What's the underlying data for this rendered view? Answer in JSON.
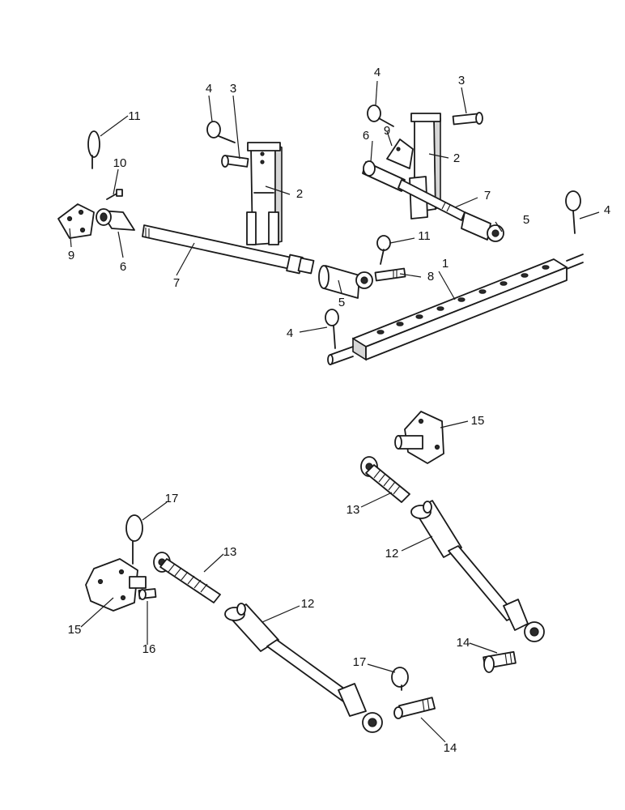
{
  "callouts": {
    "c1": "1",
    "c2a": "2",
    "c2b": "2",
    "c3a": "3",
    "c3b": "3",
    "c4a": "4",
    "c4b": "4",
    "c4c": "4",
    "c4d": "4",
    "c5a": "5",
    "c5b": "5",
    "c6a": "6",
    "c6b": "6",
    "c7a": "7",
    "c7b": "7",
    "c8": "8",
    "c9a": "9",
    "c9b": "9",
    "c10": "10",
    "c11a": "11",
    "c11b": "11",
    "c12a": "12",
    "c12b": "12",
    "c13a": "13",
    "c13b": "13",
    "c14a": "14",
    "c14b": "14",
    "c15a": "15",
    "c15b": "15",
    "c16": "16",
    "c17a": "17",
    "c17b": "17"
  },
  "colors": {
    "ink": "#1a1a1a",
    "paper": "#ffffff"
  }
}
